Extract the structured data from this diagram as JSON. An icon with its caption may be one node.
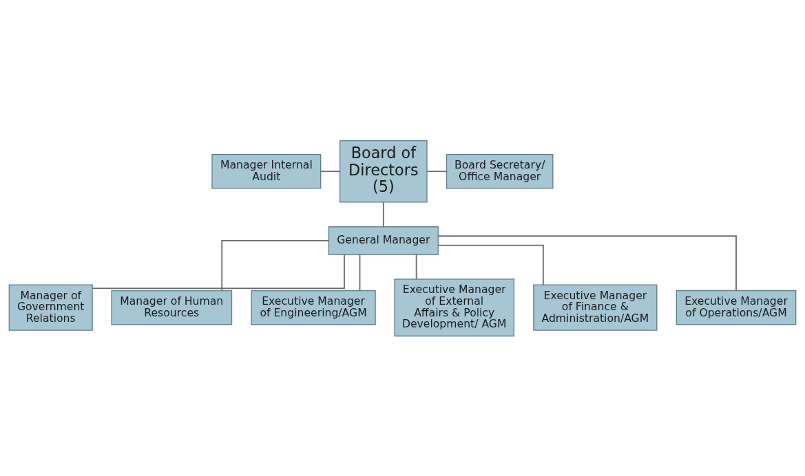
{
  "diagram": {
    "nodes": [
      {
        "text": [
          "Manager Internal Audit"
        ]
      },
      {
        "text": [
          "Board of Directors (5)"
        ]
      },
      {
        "text": [
          "Board Secretary/ Office Manager"
        ]
      },
      {
        "text": [
          "General Manager"
        ]
      },
      {
        "text": [
          "Manager of Government Relations"
        ]
      },
      {
        "text": [
          "Manager of Human Resources"
        ]
      },
      {
        "text": [
          "Executive Manager of Engineering/AGM"
        ]
      },
      {
        "text": [
          "Executive Manager of External Affairs & Policy Development/ AGM"
        ]
      },
      {
        "text": [
          "Executive Manager of Finance & Administration/AGM"
        ]
      },
      {
        "text": [
          "Executive Manager of Operations/AGM"
        ]
      }
    ],
    "edges": [
      {
        "from": 0,
        "to": 1,
        "arrow": "none"
      },
      {
        "from": 1,
        "to": 2,
        "arrow": "none"
      },
      {
        "from": 1,
        "to": 3,
        "arrow": "none"
      },
      {
        "from": 3,
        "to": 4,
        "arrow": "none"
      },
      {
        "from": 3,
        "to": 5,
        "arrow": "none"
      },
      {
        "from": 3,
        "to": 6,
        "arrow": "none"
      },
      {
        "from": 3,
        "to": 7,
        "arrow": "none"
      },
      {
        "from": 3,
        "to": 8,
        "arrow": "none"
      },
      {
        "from": 3,
        "to": 9,
        "arrow": "none"
      }
    ]
  }
}
